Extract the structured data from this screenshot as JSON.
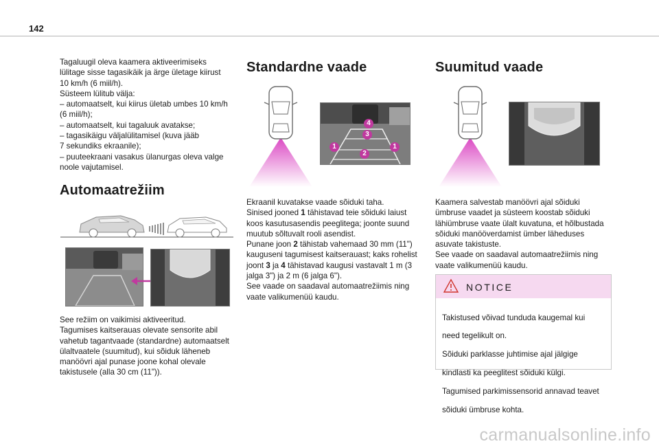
{
  "page": {
    "number": "142"
  },
  "col1": {
    "intro_lines": [
      "Tagaluugil oleva kaamera aktiveerimiseks",
      "lülitage sisse tagasikäik ja ärge ületage kiirust",
      "10 km/h (6 miil/h).",
      "Süsteem lülitub välja:",
      "– automaatselt, kui kiirus ületab umbes 10 km/h",
      "(6 miil/h);",
      "– automaatselt, kui tagaluuk avatakse;",
      "– tagasikäigu väljalülitamisel (kuva jääb",
      "7 sekundiks ekraanile);",
      "– puuteekraani vasakus ülanurgas oleva valge",
      "noole vajutamisel."
    ],
    "heading": "Automaatrežiim",
    "body_lines": [
      "See režiim on vaikimisi aktiveeritud.",
      "Tagumises kaitserauas olevate sensorite abil",
      "vahetub tagantvaade (standardne) automaatselt",
      "ülaltvaatele (suumitud), kui sõiduk läheneb",
      "manöövri ajal punase joone kohal olevale",
      "takistusele (alla 30 cm (11\"))."
    ]
  },
  "col2": {
    "heading": "Standardne vaade",
    "markers": [
      "4",
      "3",
      "1",
      "2",
      "1"
    ],
    "body_lines": [
      "Ekraanil kuvatakse vaade sõiduki taha.",
      "Sinised jooned |1| tähistavad teie sõiduki laiust",
      "koos kasutusasendis peeglitega; joonte suund",
      "muutub sõltuvalt rooli asendist.",
      "Punane joon |2| tähistab vahemaad 30 mm (11\")",
      "kauguseni tagumisest kaitserauast; kaks rohelist",
      "joont |3| ja |4| tähistavad kaugusi vastavalt 1 m (3",
      "jalga 3\") ja 2 m (6 jalga 6\").",
      "See vaade on saadaval automaatrežiimis ning",
      "vaate valikumenüü kaudu."
    ]
  },
  "col3": {
    "heading": "Suumitud vaade",
    "body_lines": [
      "Kaamera salvestab manöövri ajal sõiduki",
      "ümbruse vaadet ja süsteem koostab sõiduki",
      "lähiümbruse vaate ülalt kuvatuna, et hõlbustada",
      "sõiduki manööverdamist ümber läheduses",
      "asuvate takistuste.",
      "See vaade on saadaval automaatrežiimis ning",
      "vaate valikumenüü kaudu."
    ],
    "notice": {
      "title": "NOTICE",
      "lines": [
        "Takistused võivad tunduda kaugemal kui",
        "need tegelikult on.",
        "Sõiduki parklasse juhtimise ajal jälgige",
        "kindlasti ka peeglitest sõiduki külgi.",
        "Tagumised parkimissensorid annavad teavet",
        "sõiduki ümbruse kohta."
      ]
    }
  },
  "watermark": "carmanualsonline.info",
  "colors": {
    "notice_header": "#f6d9f0",
    "marker": "#c0399f",
    "text": "#1a1a1a"
  },
  "icons": [
    "warning-triangle-icon",
    "car-top-view-icon",
    "rear-camera-view",
    "car-side-view-icon"
  ]
}
